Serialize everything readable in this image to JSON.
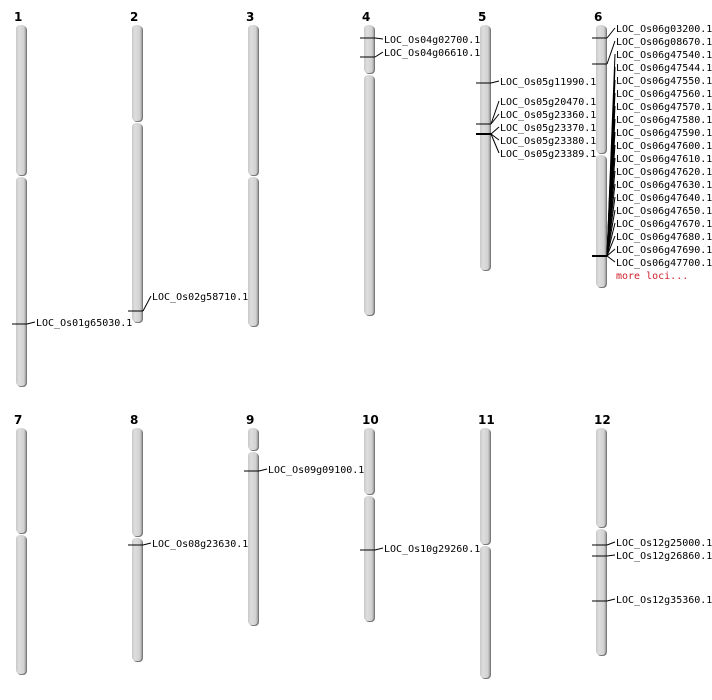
{
  "title": "Chromosome locus map",
  "chromosomes": [
    {
      "name": "1",
      "loci": [
        "LOC_Os01g65030.1"
      ]
    },
    {
      "name": "2",
      "loci": [
        "LOC_Os02g58710.1"
      ]
    },
    {
      "name": "3",
      "loci": []
    },
    {
      "name": "4",
      "loci": [
        "LOC_Os04g02700.1",
        "LOC_Os04g06610.1"
      ]
    },
    {
      "name": "5",
      "loci": [
        "LOC_Os05g11990.1",
        "LOC_Os05g20470.1",
        "LOC_Os05g23360.1",
        "LOC_Os05g23370.1",
        "LOC_Os05g23380.1",
        "LOC_Os05g23389.1"
      ]
    },
    {
      "name": "6",
      "loci": [
        "LOC_Os06g03200.1",
        "LOC_Os06g08670.1",
        "LOC_Os06g47540.1",
        "LOC_Os06g47544.1",
        "LOC_Os06g47550.1",
        "LOC_Os06g47560.1",
        "LOC_Os06g47570.1",
        "LOC_Os06g47580.1",
        "LOC_Os06g47590.1",
        "LOC_Os06g47600.1",
        "LOC_Os06g47610.1",
        "LOC_Os06g47620.1",
        "LOC_Os06g47630.1",
        "LOC_Os06g47640.1",
        "LOC_Os06g47650.1",
        "LOC_Os06g47670.1",
        "LOC_Os06g47680.1",
        "LOC_Os06g47690.1",
        "LOC_Os06g47700.1"
      ],
      "more": "more loci..."
    },
    {
      "name": "7",
      "loci": []
    },
    {
      "name": "8",
      "loci": [
        "LOC_Os08g23630.1"
      ]
    },
    {
      "name": "9",
      "loci": [
        "LOC_Os09g09100.1"
      ]
    },
    {
      "name": "10",
      "loci": [
        "LOC_Os10g29260.1"
      ]
    },
    {
      "name": "11",
      "loci": []
    },
    {
      "name": "12",
      "loci": [
        "LOC_Os12g25000.1",
        "LOC_Os12g26860.1",
        "LOC_Os12g35360.1"
      ]
    }
  ],
  "colors": {
    "chromosome": "#d4d4d4",
    "shadow": "#7a7a7a",
    "more": "#d0202a"
  }
}
